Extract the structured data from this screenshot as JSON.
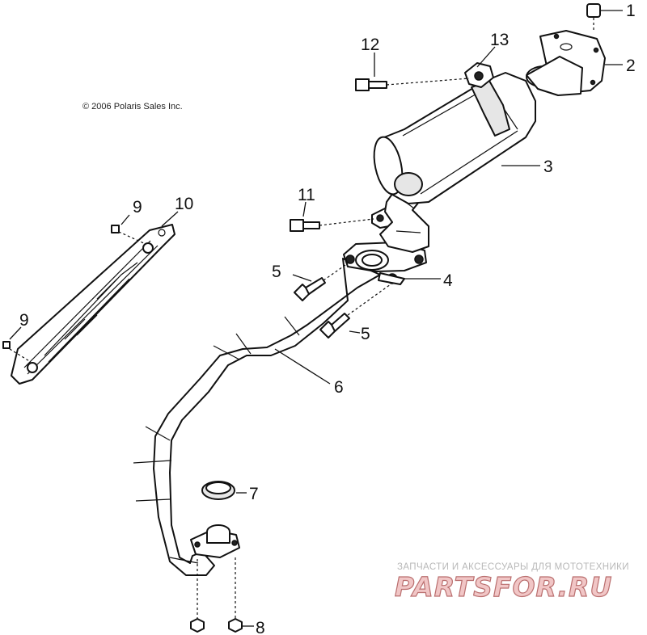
{
  "copyright": "© 2006 Polaris Sales Inc.",
  "watermark": {
    "tagline": "ЗАПЧАСТИ И АКСЕССУАРЫ ДЛЯ МОТОТЕХНИКИ",
    "logo": "PARTSFOR.RU"
  },
  "callouts": {
    "c1": "1",
    "c2": "2",
    "c3": "3",
    "c4": "4",
    "c5a": "5",
    "c5b": "5",
    "c6": "6",
    "c7": "7",
    "c8": "8",
    "c9a": "9",
    "c9b": "9",
    "c10": "10",
    "c11": "11",
    "c12": "12",
    "c13": "13"
  },
  "colors": {
    "line": "#111111",
    "watermark_fill": "#f1c6c6",
    "watermark_stroke": "#ba6f6f"
  }
}
